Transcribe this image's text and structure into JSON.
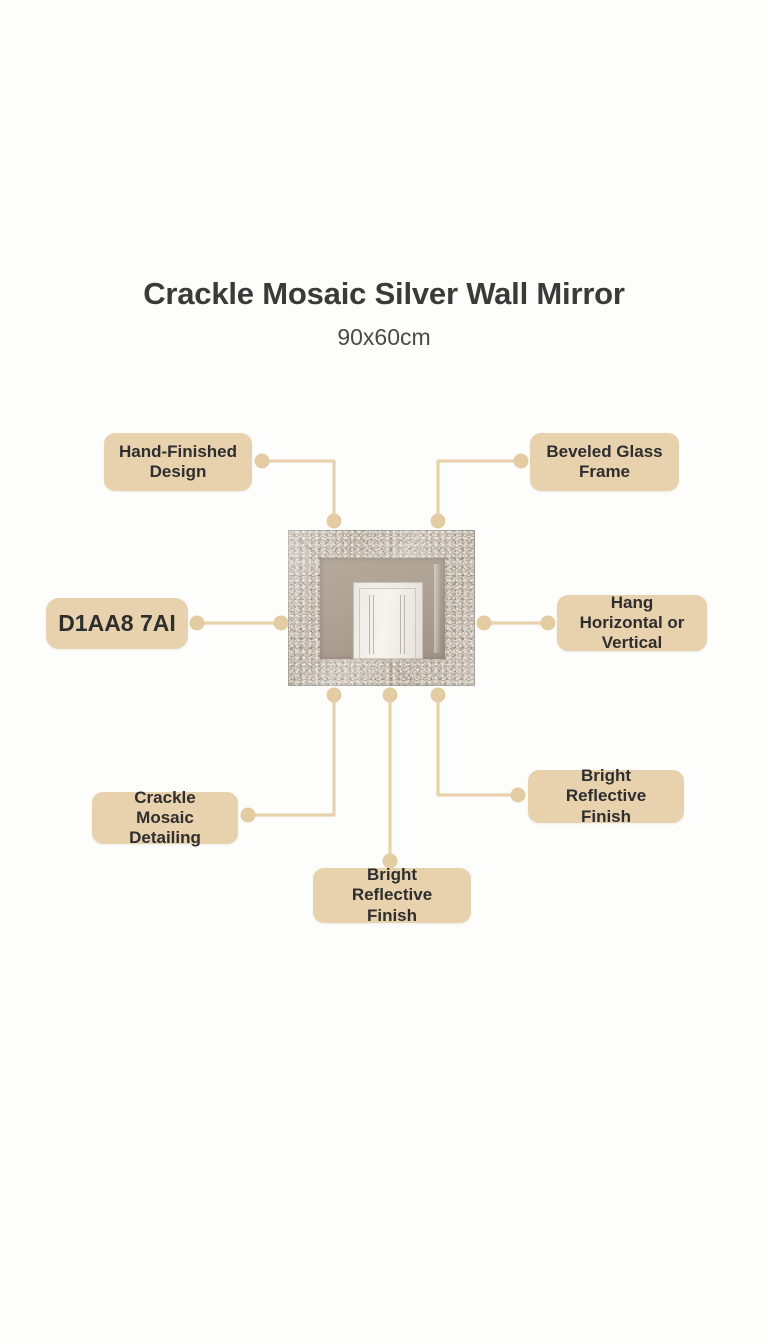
{
  "header": {
    "title": "Crackle Mosaic Silver Wall Mirror",
    "subtitle": "90x60cm"
  },
  "theme": {
    "label_bg": "#e8d2ae",
    "label_text": "#2e2e2e",
    "connector": "#e8d3ae",
    "dot": "#e3cba2",
    "page_bg": "#ffffff",
    "title_text": "#3a3a3a"
  },
  "product_image": {
    "alt": "Crackle mosaic silver framed wall mirror reflecting a white panelled door",
    "frame": "crackle-mosaic-silver",
    "glass": "beveled-reflective"
  },
  "callouts": [
    {
      "id": "hand-finished",
      "text": "Hand-Finished Design",
      "line1": "Hand-Finished",
      "line2": "Design",
      "position": "top-left"
    },
    {
      "id": "beveled-glass",
      "text": "Beveled Glass Frame",
      "line1": "Beveled Glass",
      "line2": "Frame",
      "position": "top-right"
    },
    {
      "id": "sku",
      "text": "D1AA8 7AI",
      "line1": "D1AA8 7AI",
      "line2": "",
      "position": "left"
    },
    {
      "id": "hang",
      "text": "Hang Horizontal or Vertical",
      "line1": "Hang Horizontal",
      "line2": "or Vertical",
      "position": "right"
    },
    {
      "id": "bright-right",
      "text": "Bright Reflective Finish",
      "line1": "Bright Reflective",
      "line2": "Finish",
      "position": "bottom-right"
    },
    {
      "id": "crackle",
      "text": "Crackle Mosaic Detailing",
      "line1": "Crackle Mosaic",
      "line2": "Detailing",
      "position": "bottom-left"
    },
    {
      "id": "bright-bottom",
      "text": "Bright Reflective Finish",
      "line1": "Bright Reflective",
      "line2": "Finish",
      "position": "bottom-center"
    }
  ]
}
